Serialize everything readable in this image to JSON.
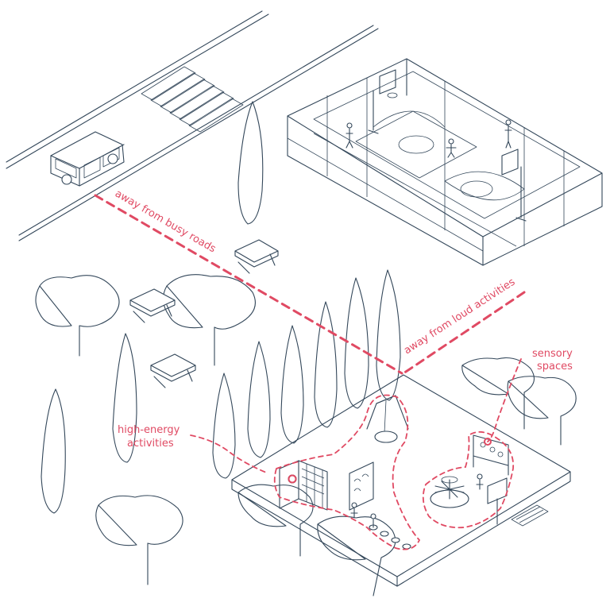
{
  "accent_color": "#e04a63",
  "line_color": "#33475a",
  "labels": {
    "busy_roads": "away from busy roads",
    "loud_activities": "away from loud activities",
    "sensory_line1": "sensory",
    "sensory_line2": "spaces",
    "high_energy_line1": "high-energy",
    "high_energy_line2": "activities"
  },
  "icons": {
    "vehicle": "van-icon",
    "basketball": "basketball-hoop-icon",
    "swing": "swing-icon",
    "carousel": "merry-go-round-icon"
  }
}
